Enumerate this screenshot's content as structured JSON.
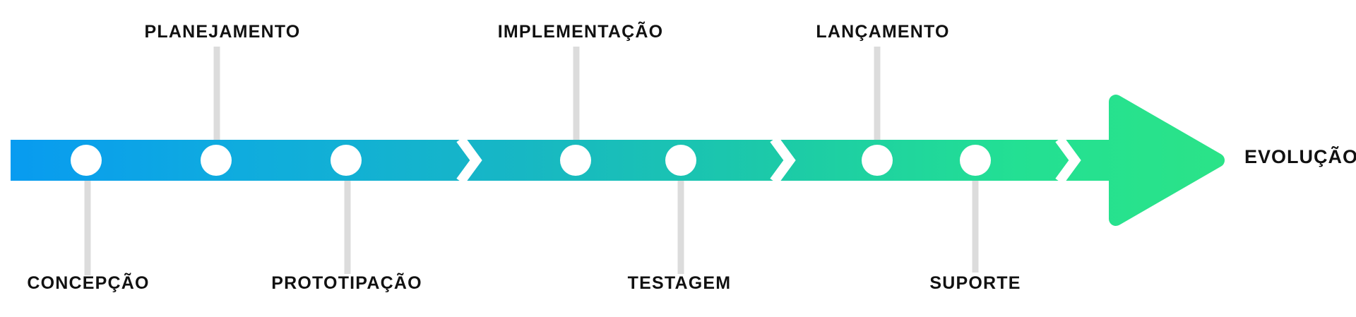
{
  "diagram": {
    "type": "process-timeline",
    "stages": [
      {
        "label": "CONCEPÇÃO",
        "position": "below"
      },
      {
        "label": "PLANEJAMENTO",
        "position": "above"
      },
      {
        "label": "PROTOTIPAÇÃO",
        "position": "below"
      },
      {
        "label": "IMPLEMENTAÇÃO",
        "position": "above"
      },
      {
        "label": "TESTAGEM",
        "position": "below"
      },
      {
        "label": "LANÇAMENTO",
        "position": "above"
      },
      {
        "label": "SUPORTE",
        "position": "below"
      }
    ],
    "endpoint_label": "EVOLUÇÃO"
  },
  "colors": {
    "gradient_start": "#089BF0",
    "gradient_mid1": "#0FACDE",
    "gradient_mid2": "#17B7C4",
    "gradient_mid3": "#1CCAA8",
    "gradient_mid4": "#23E093",
    "gradient_end": "#2BE388",
    "milestone_fill": "#FFFFFF",
    "chevron": "#FFFFFF",
    "connector": "#DCDCDC",
    "label_text": "#111111"
  }
}
